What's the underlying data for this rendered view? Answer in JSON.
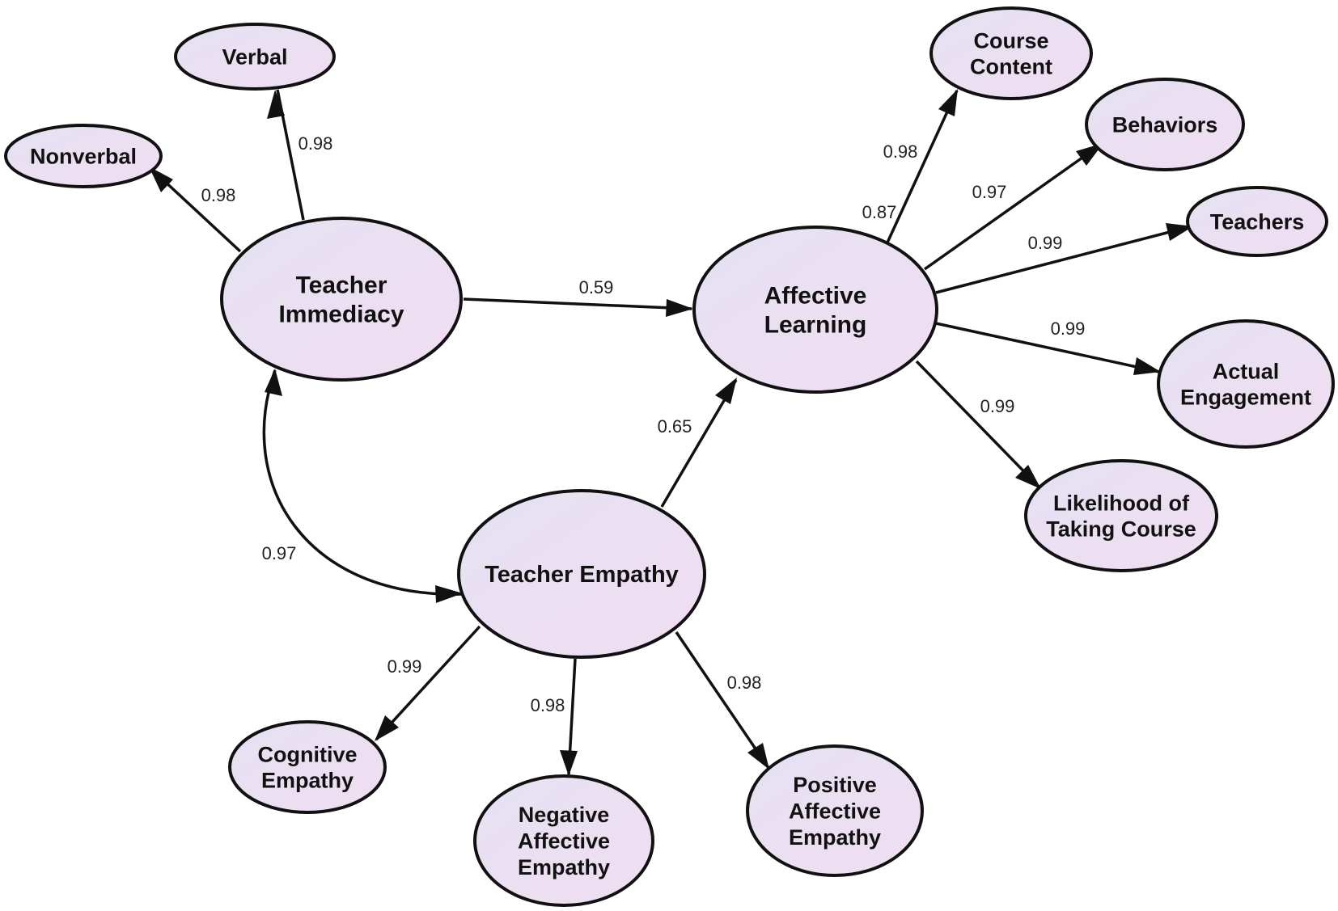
{
  "nodes": {
    "verbal": {
      "lines": [
        "Verbal"
      ]
    },
    "nonverbal": {
      "lines": [
        "Nonverbal"
      ]
    },
    "teacher_immediacy": {
      "lines": [
        "Teacher",
        "Immediacy"
      ]
    },
    "affective_learning": {
      "lines": [
        "Affective",
        "Learning"
      ]
    },
    "teacher_empathy": {
      "lines": [
        "Teacher Empathy"
      ]
    },
    "course_content": {
      "lines": [
        "Course",
        "Content"
      ]
    },
    "behaviors": {
      "lines": [
        "Behaviors"
      ]
    },
    "teachers": {
      "lines": [
        "Teachers"
      ]
    },
    "actual_engagement": {
      "lines": [
        "Actual",
        "Engagement"
      ]
    },
    "likelihood": {
      "lines": [
        "Likelihood of",
        "Taking Course"
      ]
    },
    "cognitive_empathy": {
      "lines": [
        "Cognitive",
        "Empathy"
      ]
    },
    "negative_affective_empathy": {
      "lines": [
        "Negative",
        "Affective",
        "Empathy"
      ]
    },
    "positive_affective_empathy": {
      "lines": [
        "Positive",
        "Affective",
        "Empathy"
      ]
    }
  },
  "edges": [
    {
      "from": "teacher_immediacy",
      "to": "verbal",
      "label": "0.98"
    },
    {
      "from": "teacher_immediacy",
      "to": "nonverbal",
      "label": "0.98"
    },
    {
      "from": "teacher_immediacy",
      "to": "affective_learning",
      "label": "0.59"
    },
    {
      "from": "teacher_empathy",
      "to": "affective_learning",
      "label": "0.65"
    },
    {
      "from": "teacher_immediacy",
      "to": "teacher_empathy",
      "label": "0.97",
      "bidirectional": true
    },
    {
      "from": "affective_learning",
      "to": "course_content",
      "label": "0.98"
    },
    {
      "from": "affective_learning",
      "to": "behaviors",
      "label": "0.97"
    },
    {
      "from": "affective_learning",
      "to": "teachers",
      "label": "0.99"
    },
    {
      "from": "affective_learning",
      "to": "actual_engagement",
      "label": "0.99"
    },
    {
      "from": "affective_learning",
      "to": "likelihood",
      "label": "0.99"
    },
    {
      "from": "teacher_empathy",
      "to": "cognitive_empathy",
      "label": "0.99"
    },
    {
      "from": "teacher_empathy",
      "to": "negative_affective_empathy",
      "label": "0.98"
    },
    {
      "from": "teacher_empathy",
      "to": "positive_affective_empathy",
      "label": "0.98"
    }
  ],
  "extra_labels": [
    "0.87"
  ]
}
